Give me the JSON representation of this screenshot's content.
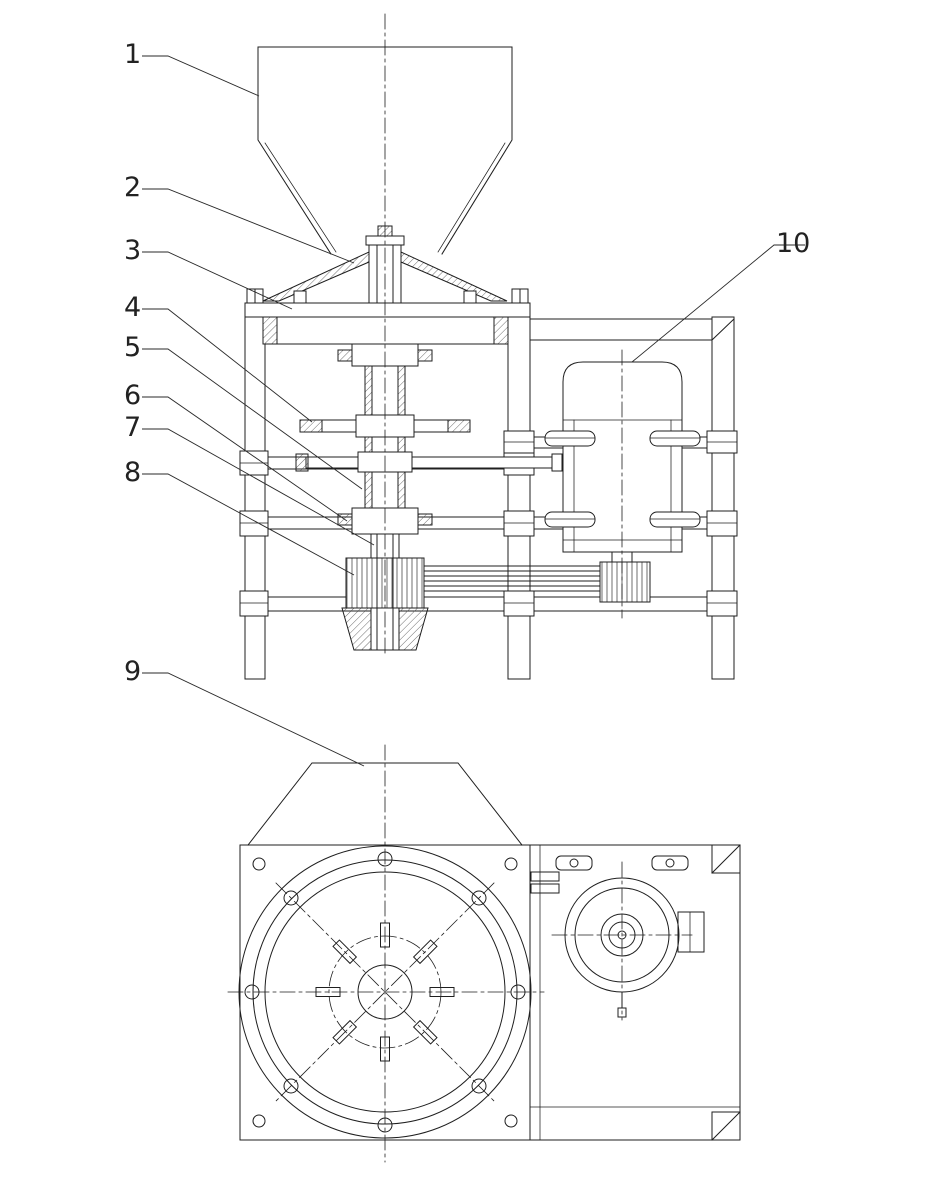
{
  "drawing": {
    "colors": {
      "background": "#ffffff",
      "line": "#1f1f1f"
    }
  },
  "callouts": [
    {
      "label": "1"
    },
    {
      "label": "2"
    },
    {
      "label": "3"
    },
    {
      "label": "4"
    },
    {
      "label": "5"
    },
    {
      "label": "6"
    },
    {
      "label": "7"
    },
    {
      "label": "8"
    },
    {
      "label": "9"
    },
    {
      "label": "10"
    }
  ]
}
